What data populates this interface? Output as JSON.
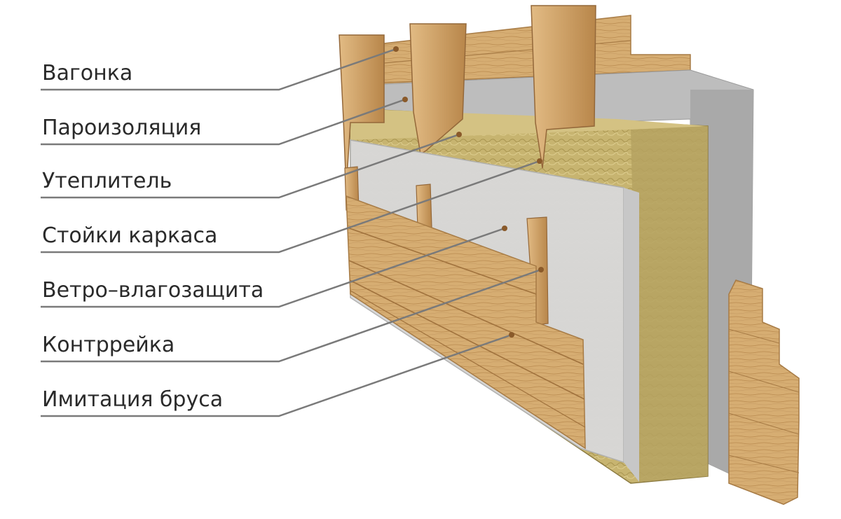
{
  "labels": [
    "Вагонка",
    "Пароизоляция",
    "Утеплитель",
    "Стойки каркаса",
    "Ветро–влагозащита",
    "Контррейка",
    "Имитация бруса"
  ],
  "colors": {
    "leader_line": "#7a7a7a",
    "text": "#2a2a2a",
    "wood_light": "#d9b47f",
    "wood_mid": "#c89a5c",
    "wood_dark": "#9c6f3a",
    "insulation": "#c9b676",
    "insulation_dark": "#9e8c50",
    "membrane": "#d7d7d7",
    "vapor_barrier": "#b9b9b9"
  }
}
